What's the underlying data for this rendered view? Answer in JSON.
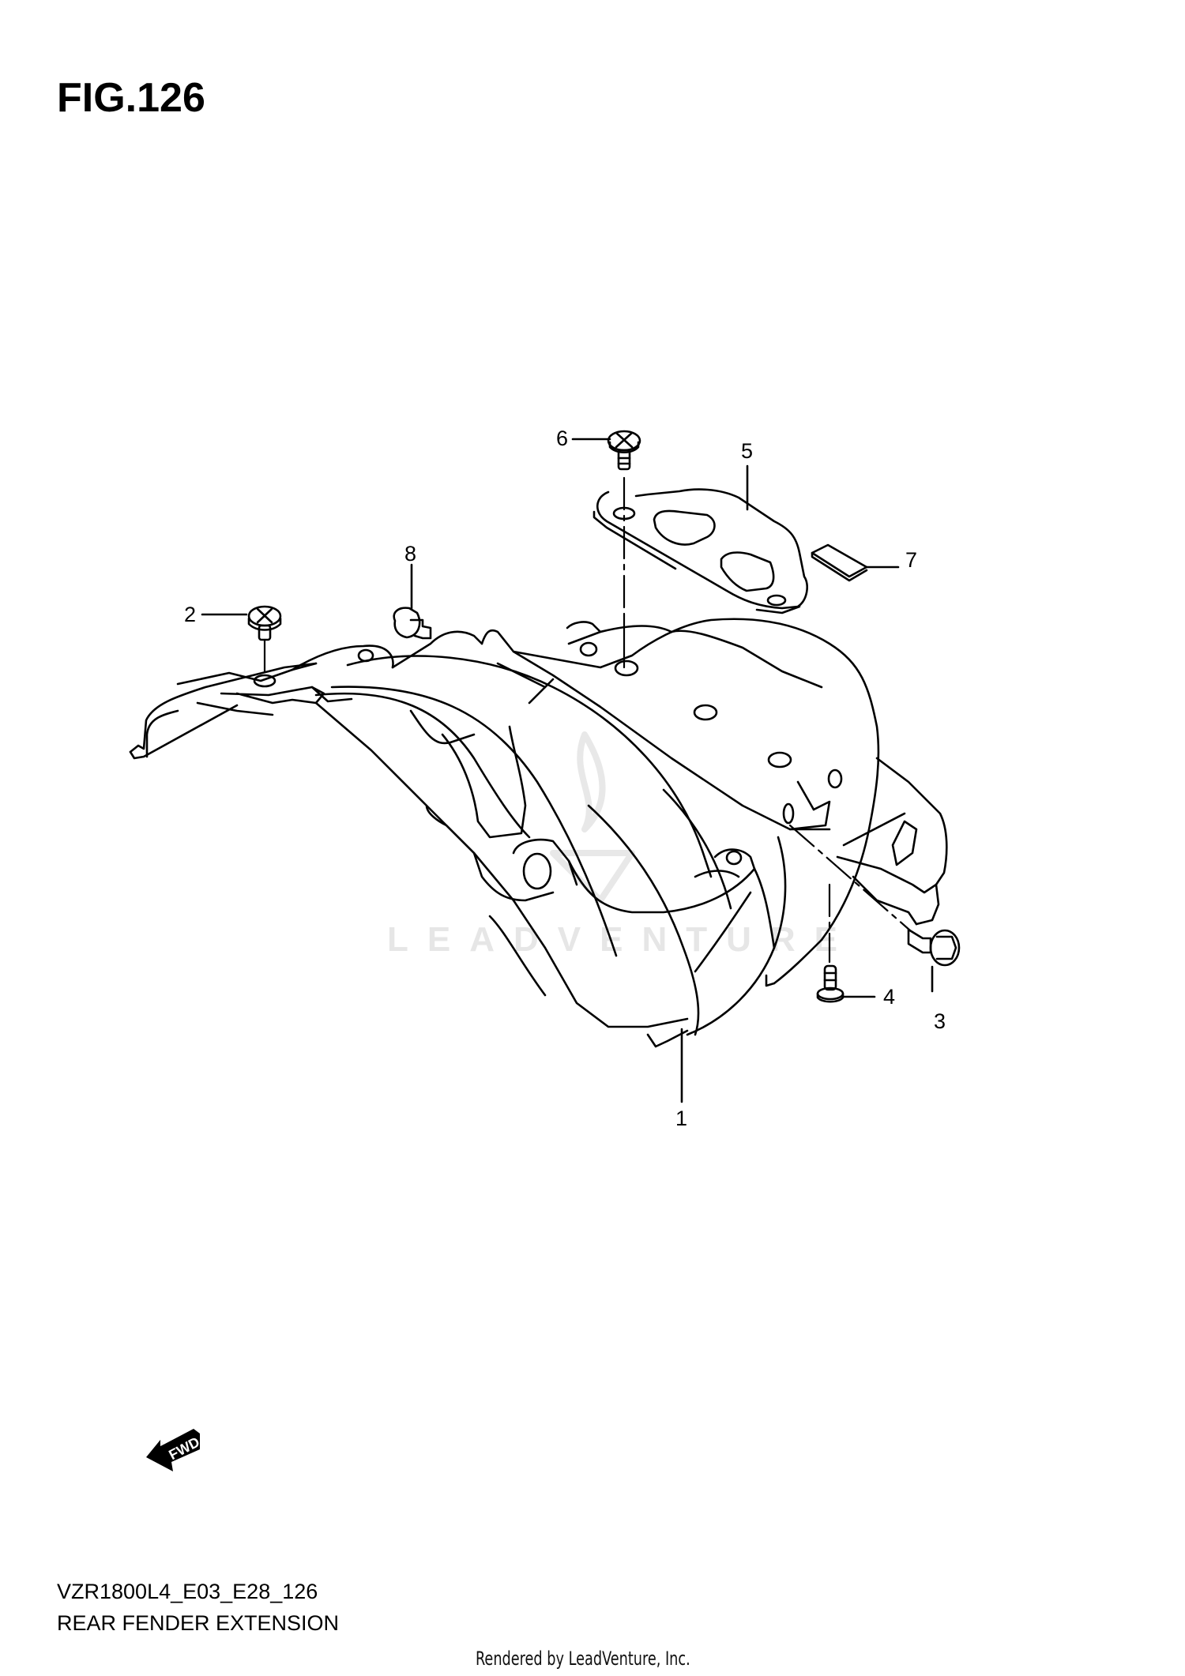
{
  "figure": {
    "title": "FIG.126",
    "model_code": "VZR1800L4_E03_E28_126",
    "caption": "REAR FENDER EXTENSION"
  },
  "watermark": {
    "text": "LEADVENTURE"
  },
  "direction_indicator": {
    "label": "FWD",
    "icon": "fwd-arrow-icon"
  },
  "callouts": [
    {
      "number": "1",
      "part": "rear fender extension"
    },
    {
      "number": "2",
      "part": "bolt"
    },
    {
      "number": "3",
      "part": "bolt"
    },
    {
      "number": "4",
      "part": "screw"
    },
    {
      "number": "5",
      "part": "bracket plate"
    },
    {
      "number": "6",
      "part": "bolt"
    },
    {
      "number": "7",
      "part": "pad"
    },
    {
      "number": "8",
      "part": "grommet"
    }
  ],
  "footer": {
    "text": "Rendered by LeadVenture, Inc."
  }
}
